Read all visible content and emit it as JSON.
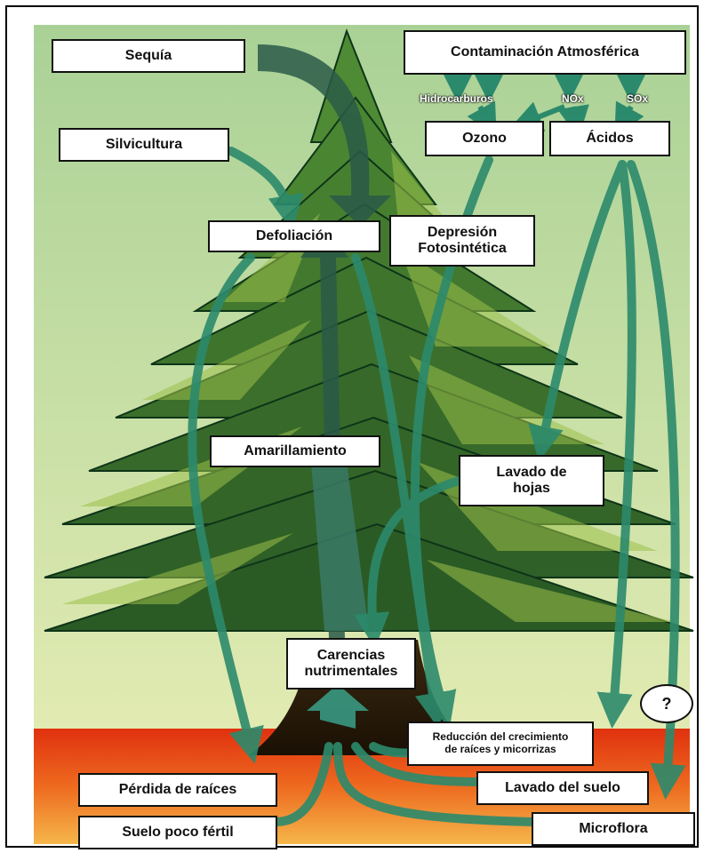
{
  "colors": {
    "sky_top": "#b9d9a4",
    "sky_bottom": "#dfe9b0",
    "tree_dark": "#0f3a1c",
    "tree_mid": "#2f6a2b",
    "tree_light": "#7ea63c",
    "soil_top": "#e23a12",
    "soil_bottom": "#f2a23a",
    "arrow": "#2f8a6e",
    "arrow_dark": "#1e5a4c"
  },
  "boxes": {
    "sequia": "Sequía",
    "contaminacion": "Contaminación Atmosférica",
    "silvicultura": "Silvicultura",
    "ozono": "Ozono",
    "acidos": "Ácidos",
    "defoliacion": "Defoliación",
    "depresion_l1": "Depresión",
    "depresion_l2": "Fotosintética",
    "amarillamiento": "Amarillamiento",
    "lavado_hojas_l1": "Lavado de",
    "lavado_hojas_l2": "hojas",
    "carencias_l1": "Carencias",
    "carencias_l2": "nutrimentales",
    "reduccion_l1": "Reducción del crecimiento",
    "reduccion_l2": "de raíces y micorrizas",
    "perdida": "Pérdida de raíces",
    "lavado_suelo": "Lavado del suelo",
    "suelo": "Suelo poco fértil",
    "microflora": "Microflora",
    "question": "?"
  },
  "labels": {
    "hidrocarburos": "Hidrocarburos",
    "nox": "NOx",
    "sox": "SOx"
  }
}
